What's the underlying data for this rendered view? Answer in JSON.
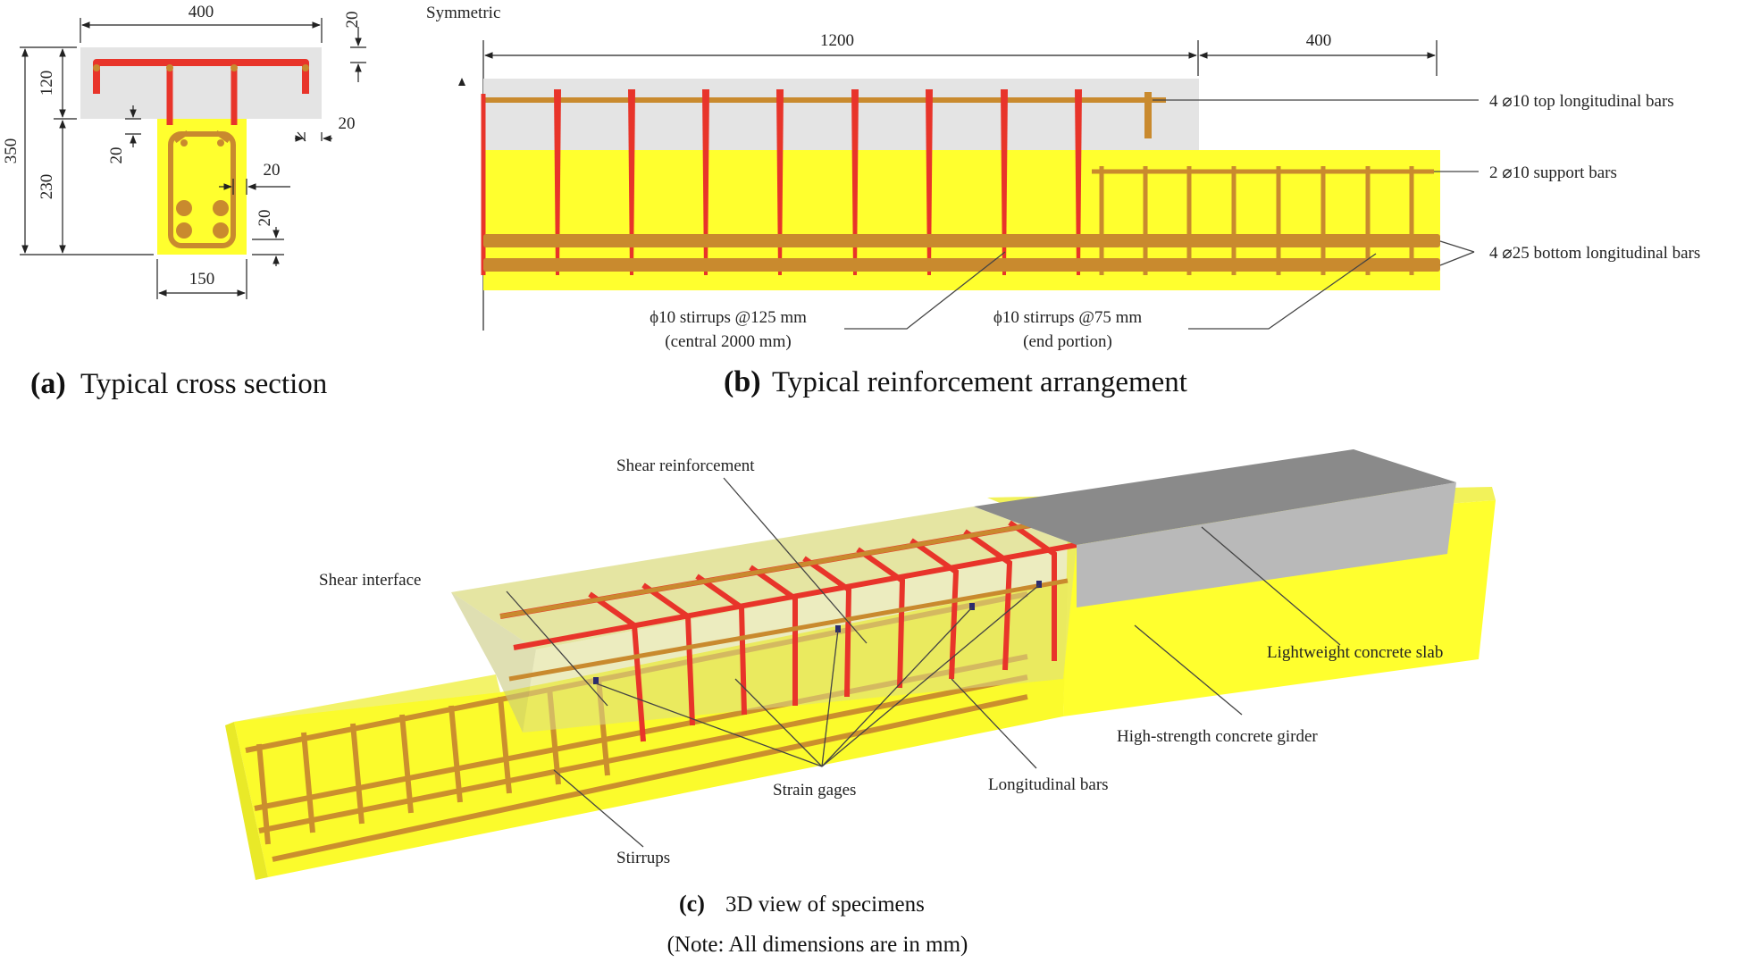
{
  "panel_a": {
    "caption_letter": "(a)",
    "caption_text": "Typical cross section",
    "dims": {
      "top_width": "400",
      "total_height": "350",
      "slab_thickness": "120",
      "web_height": "230",
      "web_width": "150",
      "cover_top": "20",
      "cover_side_slab": "20",
      "cover_web_top": "20",
      "cover_web_side": "20",
      "cover_bottom": "20"
    }
  },
  "panel_b": {
    "caption_letter": "(b)",
    "caption_text": "Typical reinforcement arrangement",
    "symmetric_label": "Symmetric",
    "dim_central": "1200",
    "dim_end": "400",
    "labels": {
      "top_bars": "4 ⌀10 top longitudinal bars",
      "support_bars": "2 ⌀10 support bars",
      "bottom_bars": "4 ⌀25 bottom longitudinal bars",
      "stirrups_central_1": "ϕ10 stirrups @125 mm",
      "stirrups_central_2": "(central 2000 mm)",
      "stirrups_end_1": "ϕ10 stirrups @75 mm",
      "stirrups_end_2": "(end portion)"
    }
  },
  "panel_c": {
    "caption_letter": "(c)",
    "caption_text": "3D view of specimens",
    "labels": {
      "shear_reinforcement": "Shear reinforcement",
      "shear_interface": "Shear interface",
      "lightweight_slab": "Lightweight concrete slab",
      "girder": "High-strength concrete girder",
      "longitudinal_bars": "Longitudinal bars",
      "strain_gages": "Strain gages",
      "stirrups": "Stirrups"
    }
  },
  "note": "(Note: All dimensions are in mm)",
  "colors": {
    "concrete_slab": "#e4e4e4",
    "girder_yellow": "#ffff2e",
    "shear_rebar": "#e8342a",
    "rebar": "#c98a2e",
    "slab_3d_top": "#8a8a8a",
    "slab_3d_side": "#b9b9b9"
  }
}
